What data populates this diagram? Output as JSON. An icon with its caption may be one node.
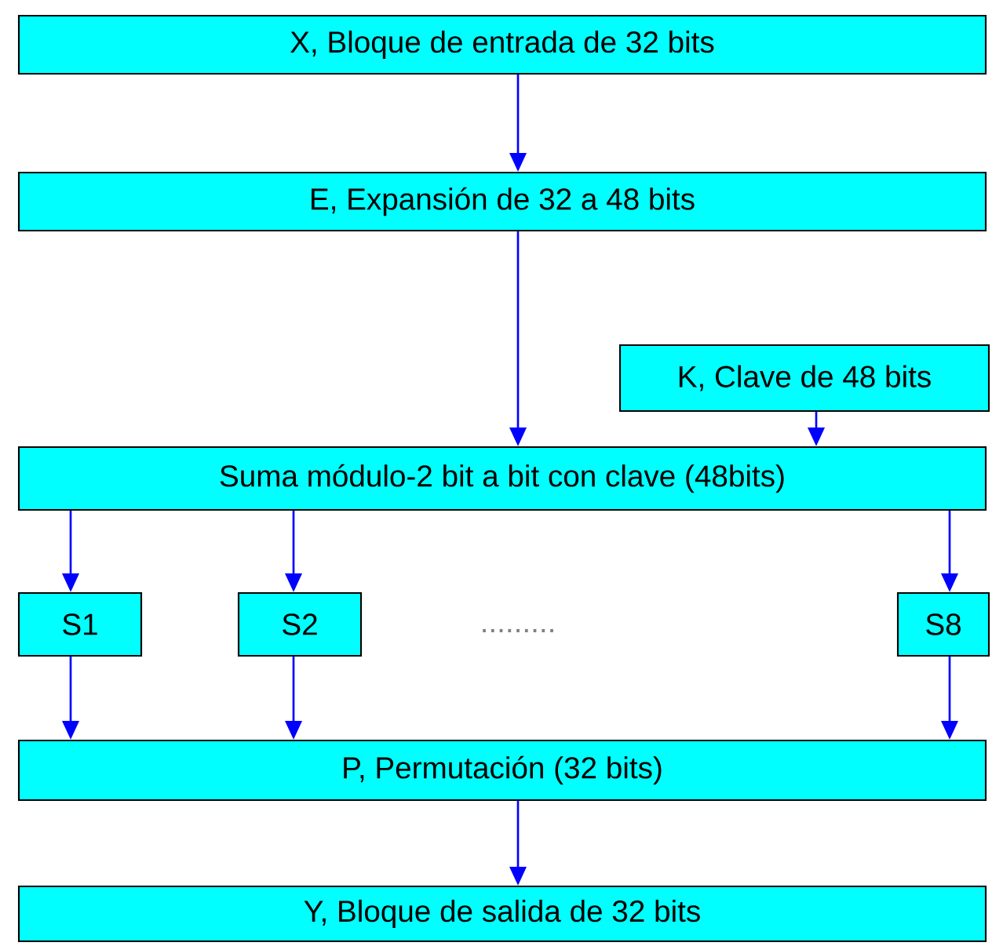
{
  "diagram": {
    "nodes": [
      {
        "text": [
          "X, Bloque de entrada de 32 bits"
        ]
      },
      {
        "text": [
          "E, Expansión de 32 a 48 bits"
        ]
      },
      {
        "text": [
          "K, Clave de 48 bits"
        ]
      },
      {
        "text": [
          "Suma módulo-2 bit a bit con clave (48bits)"
        ]
      },
      {
        "text": [
          "S1"
        ]
      },
      {
        "text": [
          "S2"
        ]
      },
      {
        "text": [
          "S8"
        ]
      },
      {
        "text": [
          "P, Permutación (32 bits)"
        ]
      },
      {
        "text": [
          "Y, Bloque de salida de 32 bits"
        ]
      }
    ],
    "edges": [
      {
        "from": 0,
        "to": 1,
        "arrow": "to"
      },
      {
        "from": 1,
        "to": 3,
        "arrow": "to"
      },
      {
        "from": 2,
        "to": 3,
        "arrow": "to"
      },
      {
        "from": 3,
        "to": 4,
        "arrow": "to"
      },
      {
        "from": 3,
        "to": 5,
        "arrow": "to"
      },
      {
        "from": 3,
        "to": 6,
        "arrow": "to"
      },
      {
        "from": 4,
        "to": 7,
        "arrow": "to"
      },
      {
        "from": 5,
        "to": 7,
        "arrow": "to"
      },
      {
        "from": 6,
        "to": 7,
        "arrow": "to"
      },
      {
        "from": 7,
        "to": 8,
        "arrow": "to"
      }
    ],
    "labels": [
      "........."
    ]
  }
}
